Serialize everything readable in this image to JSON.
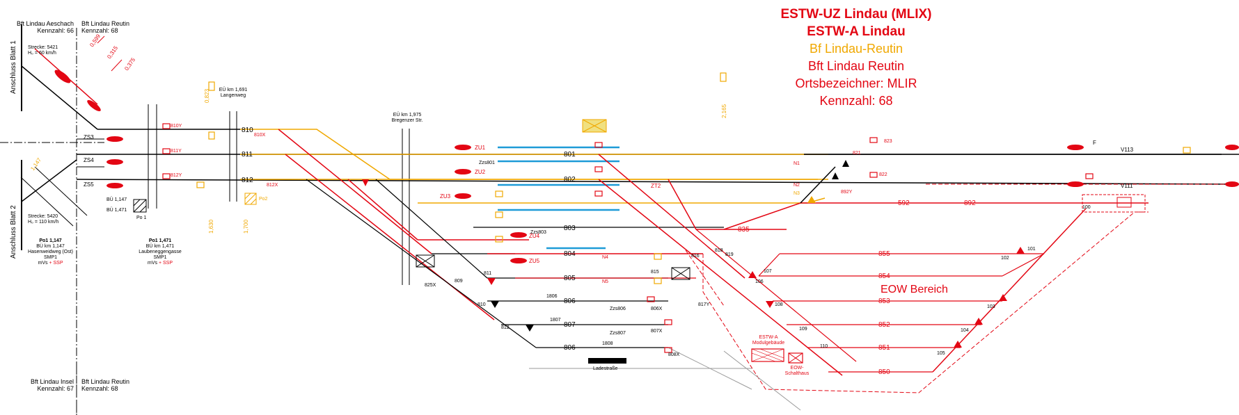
{
  "header": {
    "line1": "ESTW-UZ Lindau (MLIX)",
    "line2": "ESTW-A Lindau",
    "line3": "Bf Lindau-Reutin",
    "line4": "Bft Lindau Reutin",
    "line5": "Ortsbezeichner: MLIR",
    "line6": "Kennzahl: 68"
  },
  "boundaries": {
    "top_left_name": "Bft Lindau Aeschach",
    "top_left_code": "Kennzahl: 66",
    "top_right_name": "Bft Lindau Reutin",
    "top_right_code": "Kennzahl: 68",
    "bottom_left_name": "Bft Lindau Insel",
    "bottom_left_code": "Kennzahl: 67",
    "bottom_right_name": "Bft Lindau Reutin",
    "bottom_right_code": "Kennzahl: 68"
  },
  "anschluss": {
    "blatt1": "Anschluss Blatt 1",
    "blatt2": "Anschluss Blatt 2"
  },
  "strecken": {
    "s1_line1": "Strecke: 5421",
    "s1_line2": "H₀ = 60 km/h",
    "s2_line1": "Strecke: 5420",
    "s2_line2": "H₀ = 110 km/h"
  },
  "crossings": {
    "eu1_title": "EÜ km 1,691",
    "eu1_name": "Langenweg",
    "eu2_title": "EÜ km 1,975",
    "eu2_name": "Bregenzer Str."
  },
  "po1": {
    "title": "Po1 1,147",
    "km": "BÜ km 1,147",
    "name": "Hasenweidweg (Ost)",
    "smp": "SMP1",
    "mvs_prefix": "mVs",
    "mvs_suffix": "+ SSP"
  },
  "po2": {
    "title": "Po1 1,471",
    "km": "BÜ km 1,471",
    "name": "Laubeneggengasse",
    "smp": "SMP1",
    "mvs_prefix": "mVs",
    "mvs_suffix": "+ SSP"
  },
  "level_crossing_labels": {
    "bu1": "BÜ 1,147",
    "bu2": "BÜ 1,471",
    "po1": "Po 1",
    "po2": "Po2"
  },
  "buildings": {
    "estw_line1": "ESTW-A",
    "estw_line2": "Modulgebäude",
    "eow_line1": "EOW-",
    "eow_line2": "Schalthaus",
    "ladestrasse": "Ladestraße"
  },
  "eow_bereich": "EOW Bereich",
  "track_numbers": {
    "t810": "810",
    "t811": "811",
    "t812": "812",
    "t801": "801",
    "t802": "802",
    "t803": "803",
    "t804": "804",
    "t805": "805",
    "t806": "806",
    "t807": "807",
    "t592": "592",
    "t892": "892",
    "t835": "835",
    "t855": "855",
    "t854": "854",
    "t853": "853",
    "t852": "852",
    "t851": "851",
    "t850": "850"
  },
  "signals": {
    "zs3": "ZS3",
    "zs4": "ZS4",
    "zs5": "ZS5",
    "zu1": "ZU1",
    "zu2": "ZU2",
    "zu3": "ZU3",
    "zu4": "ZU4",
    "zu5": "ZU5",
    "zt2": "ZT2",
    "s810y": "810Y",
    "s811y": "811Y",
    "s812y": "812Y",
    "s810x": "810X",
    "s812x": "812X",
    "n1": "N1",
    "n2": "N2",
    "n3": "N3",
    "n4": "N4",
    "n5": "N5",
    "w821": "821",
    "w822": "822",
    "w823": "823",
    "f": "F",
    "v113": "V113",
    "v111": "V111",
    "w892y": "892Y",
    "w818": "818",
    "w819": "819",
    "w816": "816",
    "w815": "815",
    "w817y": "817Y",
    "w806x": "806X",
    "w807x": "807X",
    "w808x": "808X",
    "w825x": "825X",
    "w809": "809",
    "w810": "810",
    "w811": "811",
    "w812": "812",
    "w100": "100",
    "w101": "101",
    "w102": "102",
    "w103": "103",
    "w104": "104",
    "w105": "105",
    "w106": "106",
    "w107": "107",
    "w108": "108",
    "w109": "109",
    "w110": "110",
    "zzs806": "Zzs806",
    "zzs807": "Zzs807",
    "zzs803": "Zzs803",
    "zzs801": "Zzs801",
    "z1806": "1806",
    "z1807": "1807",
    "z1808": "1808"
  },
  "kms": {
    "k1": "0,599",
    "k2": "0,375",
    "k3": "0,315",
    "k4": "1,147",
    "k5": "0,823",
    "k6": "1,630",
    "k7": "1,700",
    "k8": "2,165"
  },
  "colors": {
    "red": "#e30613",
    "orange": "#f0a800",
    "blue": "#1e9bd7",
    "black": "#000000",
    "grey": "#9a9a9a"
  }
}
